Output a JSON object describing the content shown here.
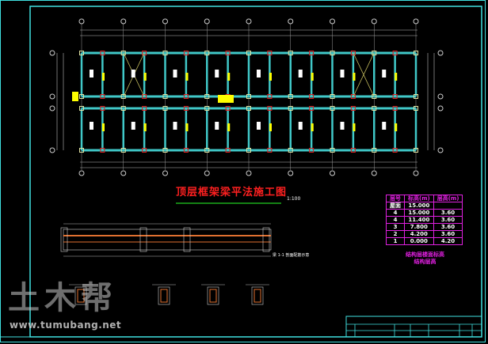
{
  "drawing": {
    "title": "顶层框架梁平法施工图",
    "scale_label": "1:100",
    "section_note": "梁 1-1 剖面配筋示意"
  },
  "level_table": {
    "header": [
      "层号",
      "标高(m)",
      "层高(m)"
    ],
    "rows": [
      [
        "屋面",
        "15.000",
        ""
      ],
      [
        "4",
        "15.000",
        "3.60"
      ],
      [
        "4",
        "11.400",
        "3.60"
      ],
      [
        "3",
        "7.800",
        "3.60"
      ],
      [
        "2",
        "4.200",
        "3.60"
      ],
      [
        "1",
        "0.000",
        "4.20"
      ]
    ],
    "caption": [
      "结构层楼面标高",
      "结构层高"
    ]
  },
  "watermark": {
    "logo": "土木帮",
    "url": "www.tumubang.net"
  },
  "colors": {
    "beam": "#40c8c8",
    "column": "#e0e0a0",
    "rebar": "#ffff00",
    "title": "#ff2020",
    "table": "#e020e0",
    "frame": "#40e0e0"
  }
}
